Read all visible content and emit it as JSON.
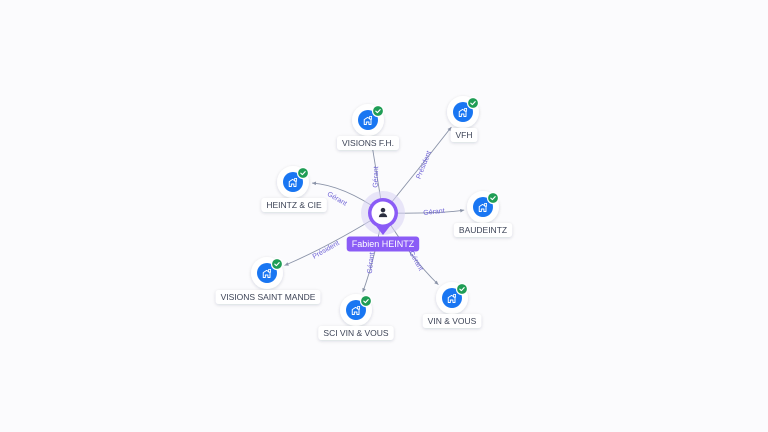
{
  "graph": {
    "center": {
      "name": "Fabien HEINTZ",
      "icon": "person-icon",
      "color": "#8b5cf6"
    },
    "colors": {
      "company_icon_bg": "#1976f2",
      "verified_badge": "#1f9d55",
      "edge_label": "#6e62d6"
    },
    "companies": [
      {
        "name": "VISIONS F.H.",
        "role": "Gérant",
        "icon": "building-icon",
        "verified": true
      },
      {
        "name": "VFH",
        "role": "Président",
        "icon": "building-icon",
        "verified": true
      },
      {
        "name": "HEINTZ & CIE",
        "role": "Gérant",
        "icon": "building-icon",
        "verified": true
      },
      {
        "name": "BAUDEINTZ",
        "role": "Gérant",
        "icon": "building-icon",
        "verified": true
      },
      {
        "name": "VISIONS SAINT MANDE",
        "role": "Président",
        "icon": "building-icon",
        "verified": true
      },
      {
        "name": "SCI VIN & VOUS",
        "role": "Gérant",
        "icon": "building-icon",
        "verified": true
      },
      {
        "name": "VIN & VOUS",
        "role": "Gérant",
        "icon": "building-icon",
        "verified": true
      }
    ]
  }
}
